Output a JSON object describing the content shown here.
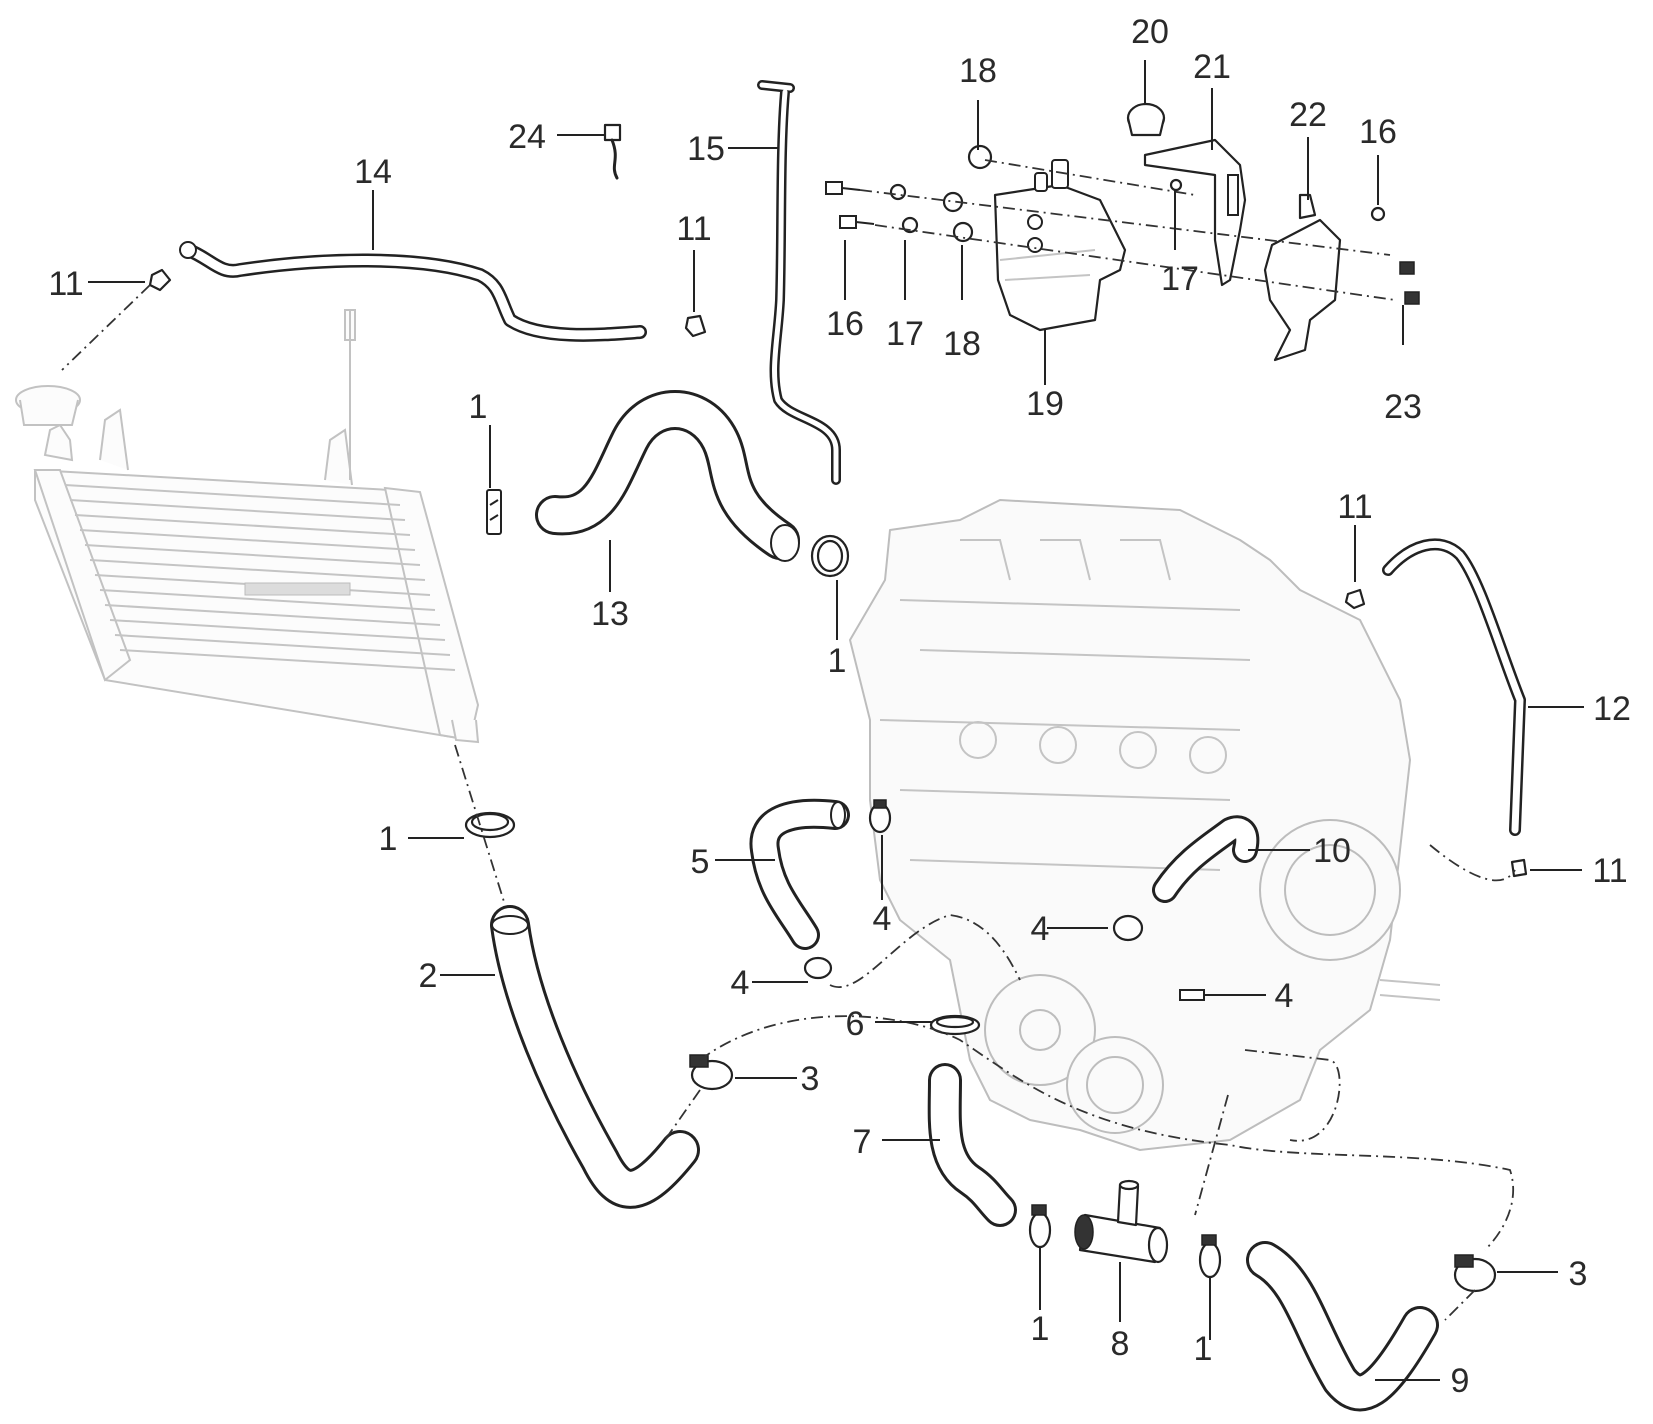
{
  "callouts": [
    {
      "id": "c1a",
      "label": "1"
    },
    {
      "id": "c1b",
      "label": "1"
    },
    {
      "id": "c1c",
      "label": "1"
    },
    {
      "id": "c1d",
      "label": "1"
    },
    {
      "id": "c1e",
      "label": "1"
    },
    {
      "id": "c2",
      "label": "2"
    },
    {
      "id": "c3a",
      "label": "3"
    },
    {
      "id": "c3b",
      "label": "3"
    },
    {
      "id": "c4a",
      "label": "4"
    },
    {
      "id": "c4b",
      "label": "4"
    },
    {
      "id": "c4c",
      "label": "4"
    },
    {
      "id": "c4d",
      "label": "4"
    },
    {
      "id": "c5",
      "label": "5"
    },
    {
      "id": "c6",
      "label": "6"
    },
    {
      "id": "c7",
      "label": "7"
    },
    {
      "id": "c8",
      "label": "8"
    },
    {
      "id": "c9",
      "label": "9"
    },
    {
      "id": "c10",
      "label": "10"
    },
    {
      "id": "c11a",
      "label": "11"
    },
    {
      "id": "c11b",
      "label": "11"
    },
    {
      "id": "c11c",
      "label": "11"
    },
    {
      "id": "c11d",
      "label": "11"
    },
    {
      "id": "c12",
      "label": "12"
    },
    {
      "id": "c13",
      "label": "13"
    },
    {
      "id": "c14",
      "label": "14"
    },
    {
      "id": "c15",
      "label": "15"
    },
    {
      "id": "c16a",
      "label": "16"
    },
    {
      "id": "c16b",
      "label": "16"
    },
    {
      "id": "c17a",
      "label": "17"
    },
    {
      "id": "c17b",
      "label": "17"
    },
    {
      "id": "c18a",
      "label": "18"
    },
    {
      "id": "c18b",
      "label": "18"
    },
    {
      "id": "c19",
      "label": "19"
    },
    {
      "id": "c20",
      "label": "20"
    },
    {
      "id": "c21",
      "label": "21"
    },
    {
      "id": "c22",
      "label": "22"
    },
    {
      "id": "c23",
      "label": "23"
    },
    {
      "id": "c24",
      "label": "24"
    }
  ]
}
